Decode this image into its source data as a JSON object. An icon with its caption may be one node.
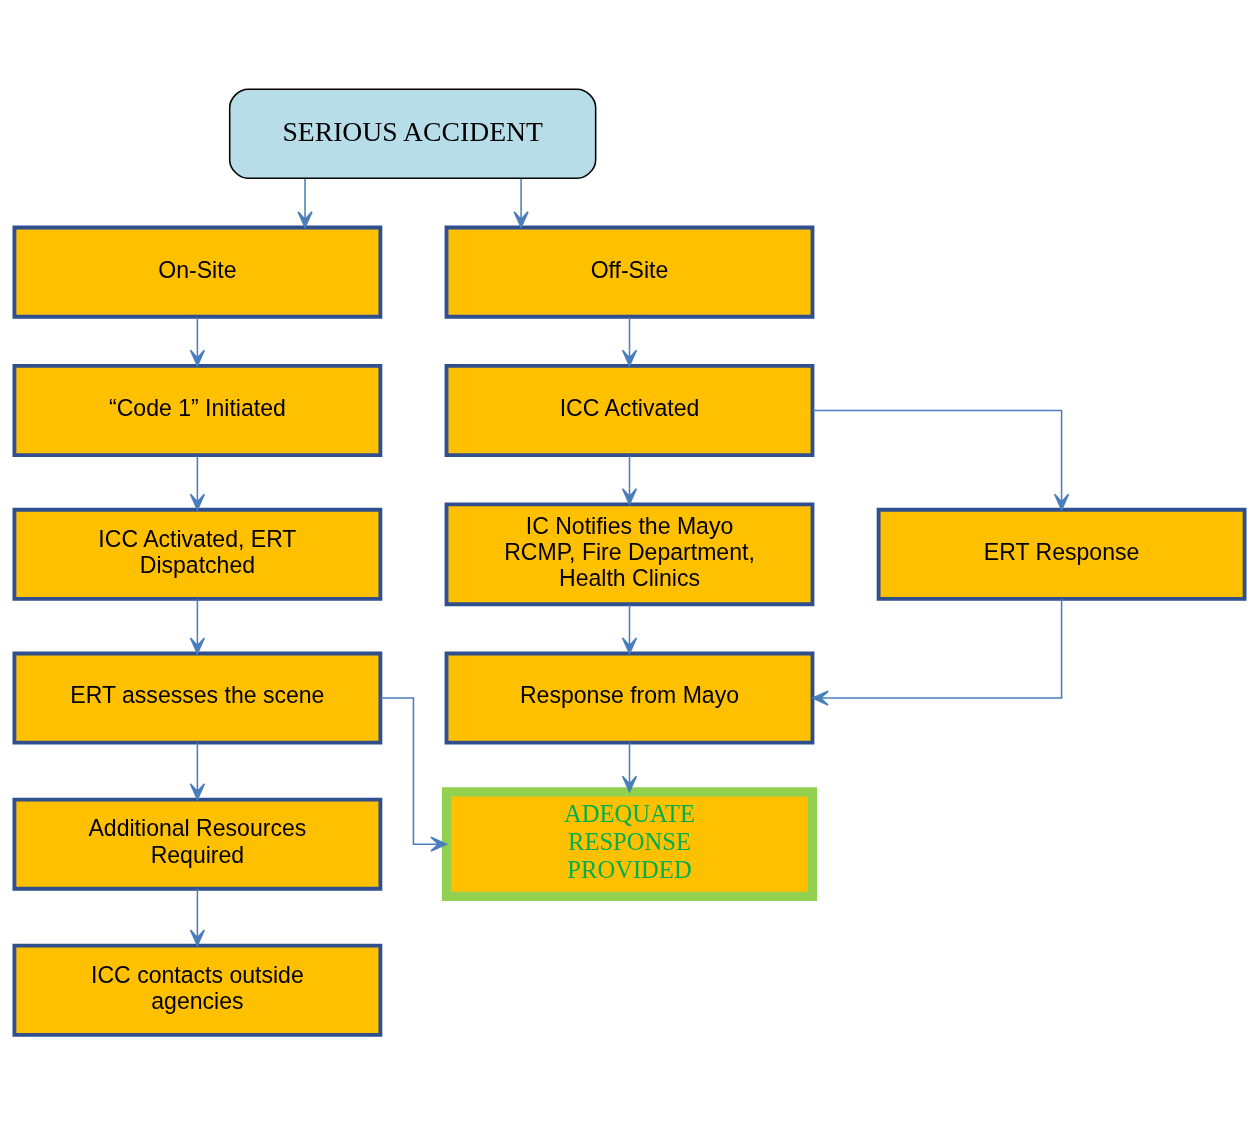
{
  "diagram": {
    "nodes": [
      {
        "text": [
          "SERIOUS ACCIDENT"
        ]
      },
      {
        "text": [
          "On-Site"
        ]
      },
      {
        "text": [
          "Off-Site"
        ]
      },
      {
        "text": [
          "“Code 1” Initiated"
        ]
      },
      {
        "text": [
          "ICC Activated"
        ]
      },
      {
        "text": [
          "ICC Activated, ERT Dispatched"
        ]
      },
      {
        "text": [
          "IC Notifies the Mayo RCMP, Fire Department, Health Clinics"
        ]
      },
      {
        "text": [
          "ERT assesses the scene"
        ]
      },
      {
        "text": [
          "ERT Response"
        ]
      },
      {
        "text": [
          "Additional Resources Required"
        ]
      },
      {
        "text": [
          "Response from Mayo"
        ]
      },
      {
        "text": [
          "ICC contacts outside agencies"
        ]
      },
      {
        "text": [
          "ADEQUATE RESPONSE PROVIDED"
        ]
      }
    ],
    "edges": [
      {
        "from": 0,
        "to": 1,
        "arrow": "to"
      },
      {
        "from": 0,
        "to": 2,
        "arrow": "to"
      },
      {
        "from": 1,
        "to": 3,
        "arrow": "to"
      },
      {
        "from": 3,
        "to": 5,
        "arrow": "to"
      },
      {
        "from": 5,
        "to": 7,
        "arrow": "to"
      },
      {
        "from": 7,
        "to": 9,
        "arrow": "to"
      },
      {
        "from": 9,
        "to": 11,
        "arrow": "to"
      },
      {
        "from": 7,
        "to": 12,
        "arrow": "to"
      },
      {
        "from": 2,
        "to": 4,
        "arrow": "to"
      },
      {
        "from": 4,
        "to": 6,
        "arrow": "to"
      },
      {
        "from": 4,
        "to": 8,
        "arrow": "to"
      },
      {
        "from": 6,
        "to": 10,
        "arrow": "to"
      },
      {
        "from": 8,
        "to": 10,
        "arrow": "to"
      },
      {
        "from": 10,
        "to": 12,
        "arrow": "to"
      }
    ]
  }
}
